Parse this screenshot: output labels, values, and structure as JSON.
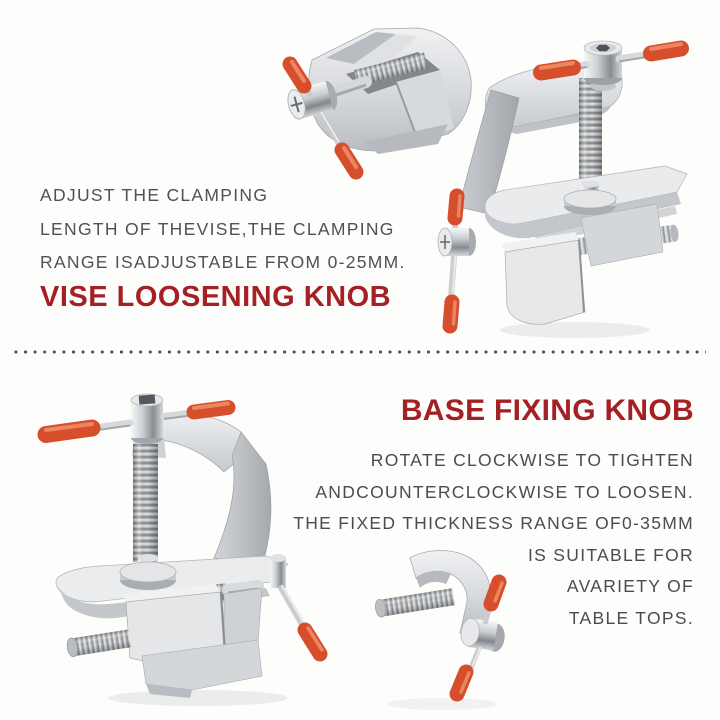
{
  "page": {
    "background_color": "#FDFDFC"
  },
  "top_section": {
    "description_lines": [
      "ADJUST THE CLAMPING",
      "LENGTH OF THEVISE,THE CLAMPING",
      "RANGE ISADJUSTABLE FROM 0-25MM."
    ],
    "heading": "VISE LOOSENING KNOB"
  },
  "divider": {
    "type": "dotted-line"
  },
  "bottom_section": {
    "heading": "BASE FIXING KNOB",
    "description_lines": [
      "ROTATE CLOCKWISE TO TIGHTEN",
      "ANDCOUNTERCLOCKWISE TO LOOSEN.",
      "THE FIXED THICKNESS RANGE OF0-35MM",
      "IS SUITABLE FOR",
      "AVARIETY OF",
      "TABLE TOPS."
    ]
  },
  "photos": {
    "top_left": "vise-jaws-closeup-with-red-t-handle",
    "top_right": "mini-clamp-on-vise-front-view",
    "bottom_left": "mini-clamp-on-vise-rear-view",
    "bottom_right": "clamp-base-screw-with-red-t-handle"
  },
  "colors": {
    "heading_red": "#A32125",
    "body_text_gray": "#515155",
    "handle_red": "#D74E2C",
    "metal_light": "#ECEEEF",
    "metal_mid": "#C6C9CD",
    "metal_dark": "#8E9296",
    "divider_dot": "#4B4B4D"
  }
}
